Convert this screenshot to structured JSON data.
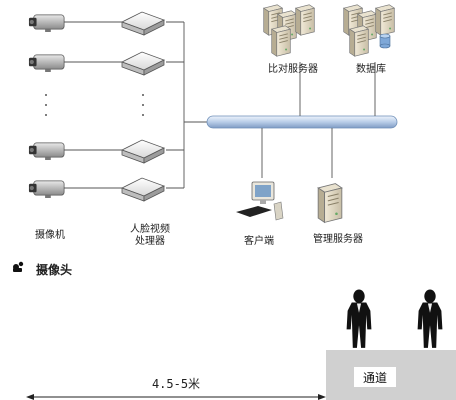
{
  "labels": {
    "cameras": "摄像机",
    "processor_line1": "人脸视频",
    "processor_line2": "处理器",
    "compare_server": "比对服务器",
    "database": "数据库",
    "client": "客户端",
    "management_server": "管理服务器"
  },
  "section_heading": "摄像头",
  "channel_label": "通道",
  "distance_label": "4.5-5米",
  "colors": {
    "line": "#555555",
    "bus_fill": "#c9d9ef",
    "bus_stroke": "#6f8fb8",
    "channel_fill": "#d0d0d0",
    "person": "#111111"
  }
}
